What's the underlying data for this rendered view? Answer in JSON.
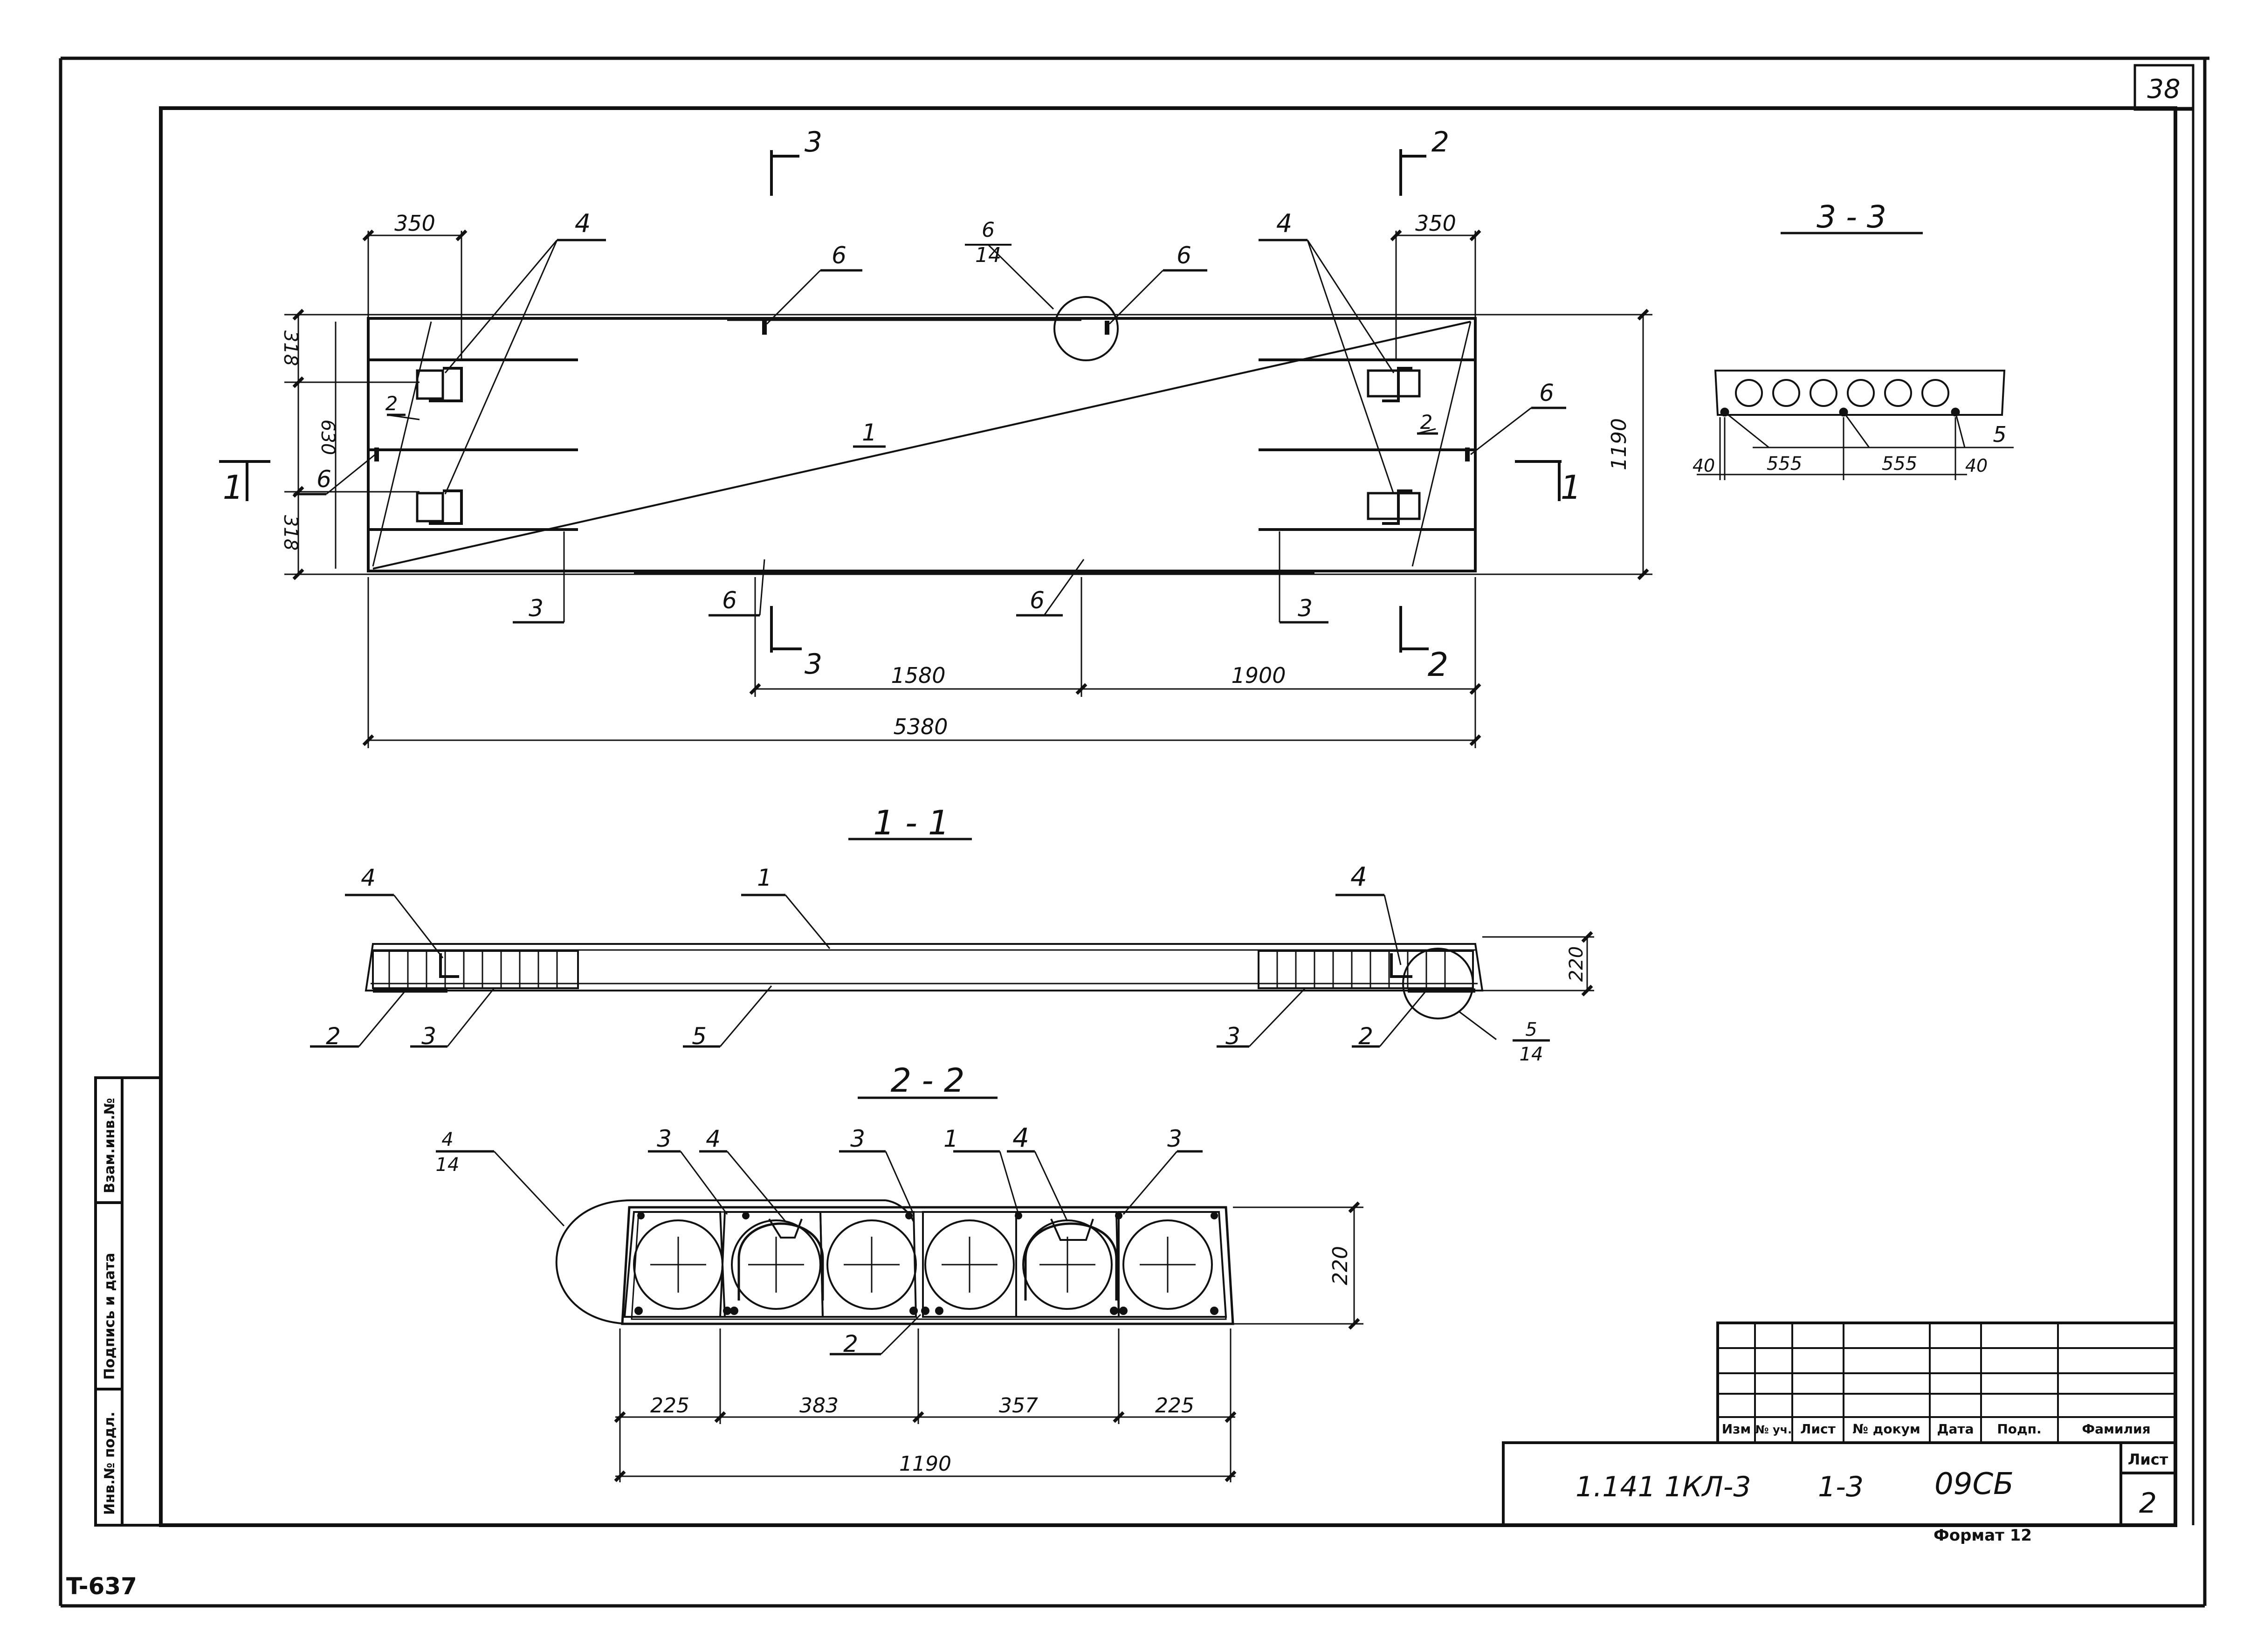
{
  "sheet": {
    "page_number": "38",
    "stamp_left": "T-637",
    "format_label": "Формат 12",
    "side_stamp": [
      "Инв.№ подл.",
      "Подпись и дата",
      "Взам.инв.№"
    ]
  },
  "title_block": {
    "headers": [
      "Изм",
      "№ уч.",
      "Лист",
      "№ докум",
      "Дата",
      "Подп.",
      "Фамилия"
    ],
    "code_a": "1.141 1КЛ-3",
    "code_b": "1-3",
    "code_c": "09СБ",
    "sheet_label": "Лист",
    "sheet_num": "2"
  },
  "plan": {
    "dim_350_left": "350",
    "dim_350_right": "350",
    "dim_318_top": "318",
    "dim_630": "630",
    "dim_318_bot": "318",
    "dim_1190": "1190",
    "dim_1580": "1580",
    "dim_1900": "1900",
    "dim_5380": "5380",
    "leader_4_left": "4",
    "leader_4_right": "4",
    "leader_6_a": "6",
    "leader_6_b": "6",
    "leader_6_c": "6",
    "leader_6_d": "6",
    "leader_6_e": "6",
    "leader_6_f": "6",
    "callout_6_top": "6",
    "callout_6_bot": "14",
    "leader_1": "1",
    "leader_2_left": "2",
    "leader_2_right": "2",
    "leader_3_left": "3",
    "leader_3_right": "3",
    "cut_3": "3",
    "cut_3_b": "3",
    "cut_2": "2",
    "cut_2_b": "2",
    "cut_1": "1",
    "cut_1_r": "1"
  },
  "section_33": {
    "title": "3 - 3",
    "dim_40_l": "40",
    "dim_555_a": "555",
    "dim_555_b": "555",
    "dim_40_r": "40",
    "leader_5": "5"
  },
  "section_11": {
    "title": "1 - 1",
    "leader_4_l": "4",
    "leader_4_r": "4",
    "leader_1": "1",
    "leader_2_l": "2",
    "leader_3_l": "3",
    "leader_5": "5",
    "leader_3_r": "3",
    "leader_2_r": "2",
    "callout_5_top": "5",
    "callout_5_bot": "14",
    "dim_220": "220"
  },
  "section_22": {
    "title": "2 - 2",
    "callout_4_top": "4",
    "callout_4_bot": "14",
    "leader_3_a": "3",
    "leader_4_a": "4",
    "leader_3_b": "3",
    "leader_1": "1",
    "leader_4_b": "4",
    "leader_3_c": "3",
    "leader_2": "2",
    "dim_220": "220",
    "dim_225_l": "225",
    "dim_383": "383",
    "dim_357": "357",
    "dim_225_r": "225",
    "dim_1190": "1190"
  }
}
